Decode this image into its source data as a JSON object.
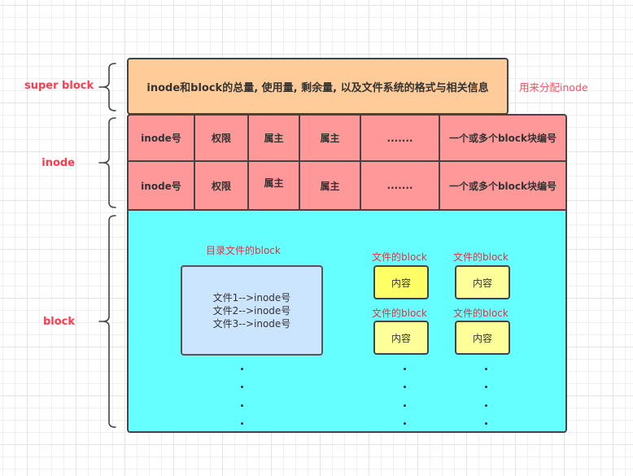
{
  "labels": {
    "super_block": "super block",
    "inode": "inode",
    "block": "block"
  },
  "super_block": {
    "text": "inode和block的总量, 使用量, 剩余量, 以及文件系统的格式与相关信息",
    "note": "用来分配inode"
  },
  "inode_table": {
    "rows": [
      [
        "inode号",
        "权限",
        "属主",
        "属主",
        ".......",
        "一个或多个block块编号"
      ],
      [
        "inode号",
        "权限",
        "属主",
        "属主",
        ".......",
        "一个或多个block块编号"
      ]
    ]
  },
  "block_area": {
    "directory_block": {
      "caption": "目录文件的block",
      "entries": [
        "文件1-->inode号",
        "文件2-->inode号",
        "文件3-->inode号"
      ]
    },
    "file_blocks": [
      {
        "caption": "文件的block",
        "content": "内容",
        "color": "#ffff66"
      },
      {
        "caption": "文件的block",
        "content": "内容",
        "color": "#ffff99"
      },
      {
        "caption": "文件的block",
        "content": "内容",
        "color": "#ffff99"
      },
      {
        "caption": "文件的block",
        "content": "内容",
        "color": "#ffff99"
      }
    ],
    "ellipsis_dot_count": 4
  },
  "colors": {
    "super_block_fill": "#ffcc99",
    "inode_fill": "#ff9999",
    "block_fill": "#66ffff",
    "directory_fill": "#cce5ff",
    "label_red": "#ff3b4e"
  }
}
